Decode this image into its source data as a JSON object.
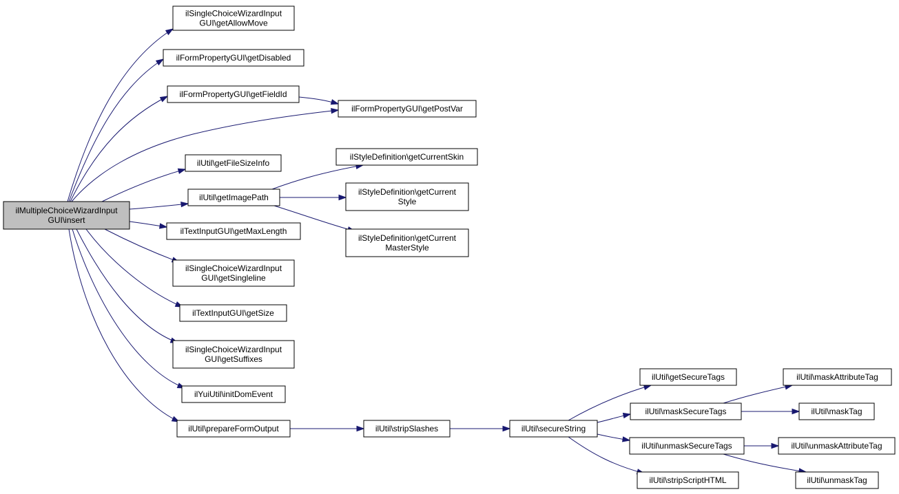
{
  "colors": {
    "edge": "#191970",
    "root_fill": "#bfbfbf",
    "node_fill": "#ffffff",
    "node_border": "#000000"
  },
  "nodes": [
    {
      "id": "n0",
      "lines": [
        "ilMultipleChoiceWizardInput",
        "GUI\\insert"
      ],
      "root": true
    },
    {
      "id": "n1",
      "lines": [
        "ilSingleChoiceWizardInput",
        "GUI\\getAllowMove"
      ]
    },
    {
      "id": "n2",
      "lines": [
        "ilFormPropertyGUI\\getDisabled"
      ]
    },
    {
      "id": "n3",
      "lines": [
        "ilFormPropertyGUI\\getFieldId"
      ]
    },
    {
      "id": "n4",
      "lines": [
        "ilFormPropertyGUI\\getPostVar"
      ]
    },
    {
      "id": "n5",
      "lines": [
        "ilUtil\\getFileSizeInfo"
      ]
    },
    {
      "id": "n6",
      "lines": [
        "ilUtil\\getImagePath"
      ]
    },
    {
      "id": "n7",
      "lines": [
        "ilStyleDefinition\\getCurrentSkin"
      ]
    },
    {
      "id": "n8",
      "lines": [
        "ilStyleDefinition\\getCurrent",
        "Style"
      ]
    },
    {
      "id": "n9",
      "lines": [
        "ilStyleDefinition\\getCurrent",
        "MasterStyle"
      ]
    },
    {
      "id": "n10",
      "lines": [
        "ilTextInputGUI\\getMaxLength"
      ]
    },
    {
      "id": "n11",
      "lines": [
        "ilSingleChoiceWizardInput",
        "GUI\\getSingleline"
      ]
    },
    {
      "id": "n12",
      "lines": [
        "ilTextInputGUI\\getSize"
      ]
    },
    {
      "id": "n13",
      "lines": [
        "ilSingleChoiceWizardInput",
        "GUI\\getSuffixes"
      ]
    },
    {
      "id": "n14",
      "lines": [
        "ilYuiUtil\\initDomEvent"
      ]
    },
    {
      "id": "n15",
      "lines": [
        "ilUtil\\prepareFormOutput"
      ]
    },
    {
      "id": "n16",
      "lines": [
        "ilUtil\\stripSlashes"
      ]
    },
    {
      "id": "n17",
      "lines": [
        "ilUtil\\secureString"
      ]
    },
    {
      "id": "n18",
      "lines": [
        "ilUtil\\getSecureTags"
      ]
    },
    {
      "id": "n19",
      "lines": [
        "ilUtil\\maskSecureTags"
      ]
    },
    {
      "id": "n20",
      "lines": [
        "ilUtil\\maskAttributeTag"
      ]
    },
    {
      "id": "n21",
      "lines": [
        "ilUtil\\maskTag"
      ]
    },
    {
      "id": "n22",
      "lines": [
        "ilUtil\\unmaskSecureTags"
      ]
    },
    {
      "id": "n23",
      "lines": [
        "ilUtil\\unmaskAttributeTag"
      ]
    },
    {
      "id": "n24",
      "lines": [
        "ilUtil\\stripScriptHTML"
      ]
    },
    {
      "id": "n25",
      "lines": [
        "ilUtil\\unmaskTag"
      ]
    }
  ],
  "edges": [
    {
      "from": "n0",
      "to": "n1"
    },
    {
      "from": "n0",
      "to": "n2"
    },
    {
      "from": "n0",
      "to": "n3"
    },
    {
      "from": "n0",
      "to": "n4"
    },
    {
      "from": "n0",
      "to": "n5"
    },
    {
      "from": "n0",
      "to": "n6"
    },
    {
      "from": "n0",
      "to": "n10"
    },
    {
      "from": "n0",
      "to": "n11"
    },
    {
      "from": "n0",
      "to": "n12"
    },
    {
      "from": "n0",
      "to": "n13"
    },
    {
      "from": "n0",
      "to": "n14"
    },
    {
      "from": "n0",
      "to": "n15"
    },
    {
      "from": "n3",
      "to": "n4"
    },
    {
      "from": "n6",
      "to": "n7"
    },
    {
      "from": "n6",
      "to": "n8"
    },
    {
      "from": "n6",
      "to": "n9"
    },
    {
      "from": "n15",
      "to": "n16"
    },
    {
      "from": "n16",
      "to": "n17"
    },
    {
      "from": "n17",
      "to": "n18"
    },
    {
      "from": "n17",
      "to": "n19"
    },
    {
      "from": "n17",
      "to": "n22"
    },
    {
      "from": "n17",
      "to": "n24"
    },
    {
      "from": "n19",
      "to": "n20"
    },
    {
      "from": "n19",
      "to": "n21"
    },
    {
      "from": "n22",
      "to": "n23"
    },
    {
      "from": "n22",
      "to": "n25"
    }
  ]
}
